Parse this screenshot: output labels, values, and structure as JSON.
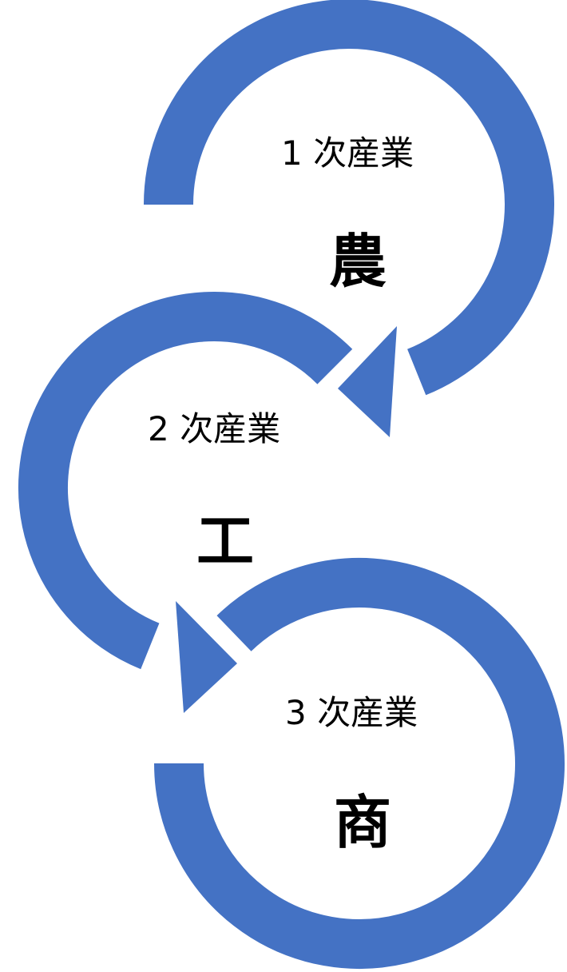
{
  "colors": {
    "arrow": "#4472C4",
    "text": "#000000"
  },
  "stages": [
    {
      "label": "1 次産業",
      "kanji": "農"
    },
    {
      "label": "2 次産業",
      "kanji": "工"
    },
    {
      "label": "3 次産業",
      "kanji": "商"
    }
  ]
}
